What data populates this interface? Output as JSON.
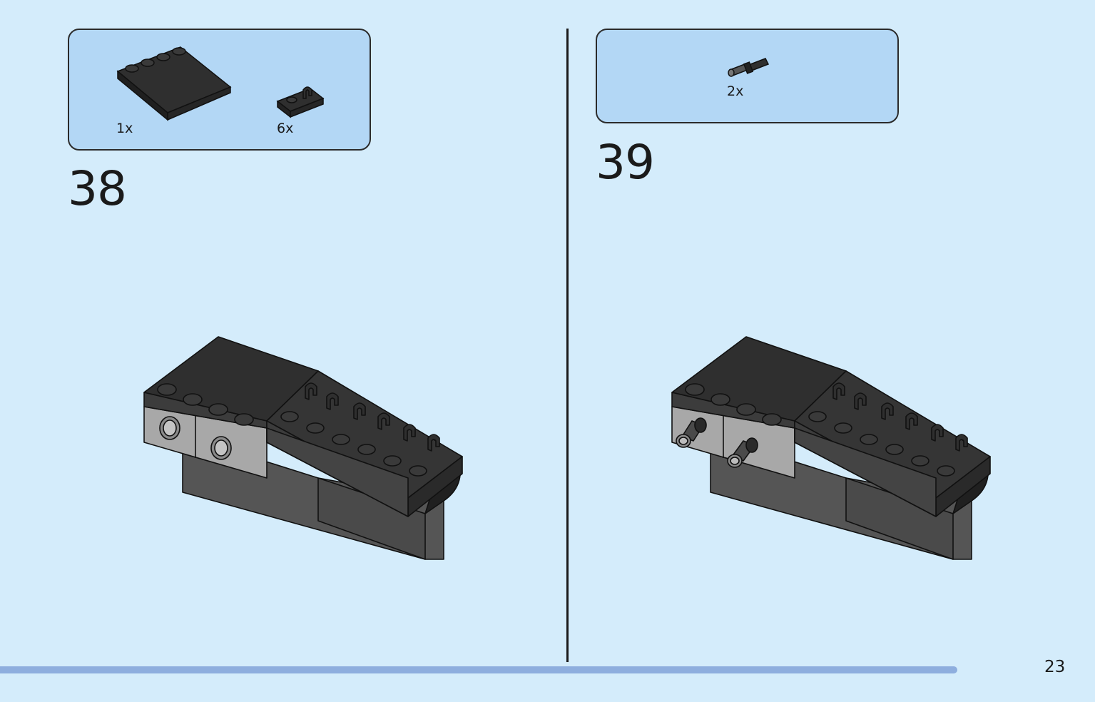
{
  "steps": [
    {
      "number": "38",
      "parts": [
        {
          "qty": "1x",
          "icon": "black-4x4-tile-icon"
        },
        {
          "qty": "6x",
          "icon": "black-plate-with-clip-icon"
        }
      ]
    },
    {
      "number": "39",
      "parts": [
        {
          "qty": "2x",
          "icon": "black-technic-pin-icon"
        }
      ]
    }
  ],
  "page": {
    "number": "23",
    "progress_fraction": 0.935
  },
  "colors": {
    "background": "#d4ecfb",
    "parts_box": "#b3d7f5",
    "brick_black": "#2f2f2f",
    "brick_dark_grey": "#555555",
    "brick_light_grey": "#a8a8a8",
    "progress": "#8eaede"
  }
}
